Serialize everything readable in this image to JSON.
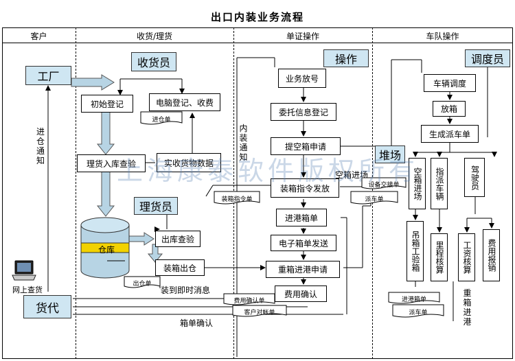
{
  "title": "出口内装业务流程",
  "lanes": [
    "客户",
    "收货/理货",
    "单证操作",
    "车队操作"
  ],
  "roles": {
    "factory": "工厂",
    "receiver": "收货员",
    "operation": "操作",
    "dispatcher": "调度员",
    "yard": "堆场",
    "tally": "理货员",
    "forwarder": "货代"
  },
  "warehouse": "仓库",
  "online_check": "网上查货",
  "receiving": {
    "initial_register": "初始登记",
    "pc_register": "电脑登记、收费",
    "tally_inspect": "理货入库查验",
    "actual_data": "实收货物数据",
    "out_inspect": "出库查验",
    "load_out": "装箱出仓"
  },
  "docs_ops": {
    "release_no": "业务放号",
    "entrust_register": "委托信息登记",
    "empty_request": "提空箱申请",
    "loading_order": "装箱指令发放",
    "port_entry_list": "进港箱单",
    "edi_send": "电子箱单发送",
    "heavy_entry_apply": "重箱进港申请",
    "fee_confirm": "费用确认"
  },
  "fleet": {
    "vehicle_dispatch": "车辆调度",
    "release_box": "放箱",
    "gen_dispatch": "生成派车单",
    "empty_box_entry": "空箱进场",
    "assign_vehicle": "指派车辆",
    "driver": "驾驶员",
    "lift_inspect": "吊箱工验箱",
    "mileage_check": "里程核算",
    "wage_check": "工资核算",
    "fee_reimburse": "费用报销"
  },
  "documents": {
    "warehouse_entry": "进仓单",
    "loading_order_doc": "装箱指令单",
    "outbound_slip": "出仓单",
    "fee_confirm_doc": "费用确认单",
    "customer_statement": "客户对帐单",
    "box_handover": "设备交接单",
    "dispatch_slip": "派车单",
    "port_entry_doc": "进港箱单",
    "dispatch_slip2": "派车单"
  },
  "edge_labels": {
    "entry_notice": "进仓通知",
    "inner_loading_notice": "内装通知",
    "empty_entry": "空箱进场",
    "load_info": "装到即时消息",
    "box_list_confirm": "箱单确认",
    "heavy_port_entry": "重箱进港"
  },
  "watermark": "上海康泰软件版权所有"
}
